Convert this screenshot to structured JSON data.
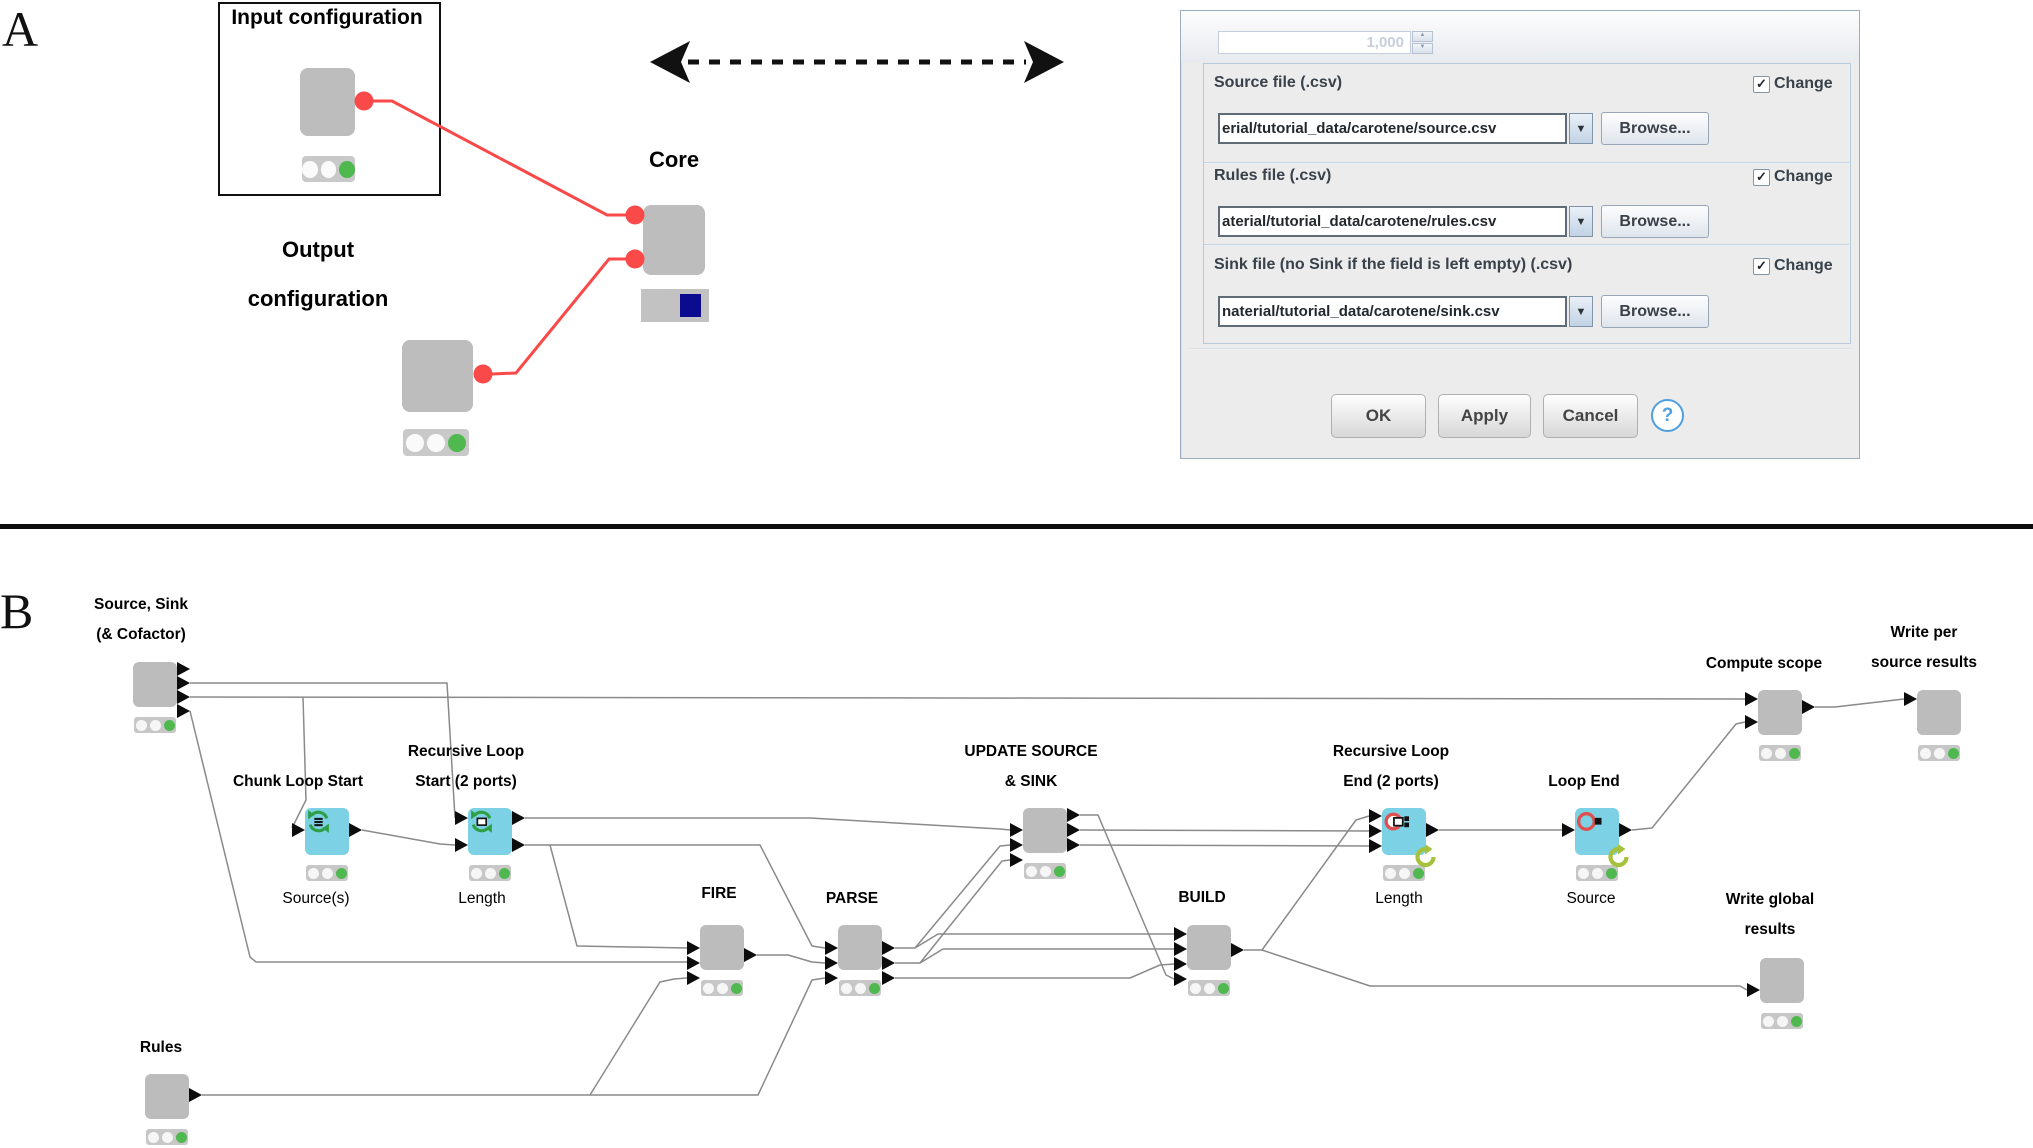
{
  "figure": {
    "panel_a_marker": "A",
    "panel_b_marker": "B"
  },
  "panel_a": {
    "input_box_title": "Input configuration",
    "output_label_lines": [
      "Output",
      "configuration"
    ],
    "core_label": "Core",
    "input_node_status": "green",
    "output_node_status": "green",
    "core_status_color": "#0b0b8f",
    "arrow_icon": "double-headed-dashed-arrow",
    "accent_red": "#fa4949",
    "dialog": {
      "spinner_value": "1,000",
      "sections": [
        {
          "label": "Source file (.csv)",
          "path": "erial/tutorial_data/carotene/source.csv",
          "browse": "Browse...",
          "change": "Change",
          "checked": true
        },
        {
          "label": "Rules file (.csv)",
          "path": "aterial/tutorial_data/carotene/rules.csv",
          "browse": "Browse...",
          "change": "Change",
          "checked": true
        },
        {
          "label": "Sink file (no Sink if the field is left empty) (.csv)",
          "path": "naterial/tutorial_data/carotene/sink.csv",
          "browse": "Browse...",
          "change": "Change",
          "checked": true
        }
      ],
      "ok": "OK",
      "apply": "Apply",
      "cancel": "Cancel",
      "help": "?"
    }
  },
  "panel_b": {
    "node_color_gray": "#bcbcbc",
    "node_color_loop": "#7cd1e4",
    "status_green": "#4fb84f",
    "nodes": [
      {
        "id": "source-sink",
        "label_lines": [
          "Source, Sink",
          "(& Cofactor)"
        ],
        "sublabel": "",
        "status": "green"
      },
      {
        "id": "rules",
        "label_lines": [
          "Rules"
        ],
        "sublabel": "",
        "status": "green"
      },
      {
        "id": "chunk-loop-start",
        "label_lines": [
          "Chunk Loop Start"
        ],
        "sublabel": "Source(s)",
        "status": "green"
      },
      {
        "id": "recursive-loop-start",
        "label_lines": [
          "Recursive Loop",
          "Start (2 ports)"
        ],
        "sublabel": "Length",
        "status": "green"
      },
      {
        "id": "fire",
        "label_lines": [
          "FIRE"
        ],
        "sublabel": "",
        "status": "green"
      },
      {
        "id": "parse",
        "label_lines": [
          "PARSE"
        ],
        "sublabel": "",
        "status": "green"
      },
      {
        "id": "update-source-sink",
        "label_lines": [
          "UPDATE SOURCE",
          "& SINK"
        ],
        "sublabel": "",
        "status": "green"
      },
      {
        "id": "build",
        "label_lines": [
          "BUILD"
        ],
        "sublabel": "",
        "status": "green"
      },
      {
        "id": "recursive-loop-end",
        "label_lines": [
          "Recursive Loop",
          "End (2 ports)"
        ],
        "sublabel": "Length",
        "status": "green"
      },
      {
        "id": "loop-end",
        "label_lines": [
          "Loop End"
        ],
        "sublabel": "Source",
        "status": "green"
      },
      {
        "id": "compute-scope",
        "label_lines": [
          "Compute scope"
        ],
        "sublabel": "",
        "status": "green"
      },
      {
        "id": "write-per-source-results",
        "label_lines": [
          "Write per",
          "source results"
        ],
        "sublabel": "",
        "status": "green"
      },
      {
        "id": "write-global-results",
        "label_lines": [
          "Write global",
          "results"
        ],
        "sublabel": "",
        "status": "green"
      }
    ]
  }
}
